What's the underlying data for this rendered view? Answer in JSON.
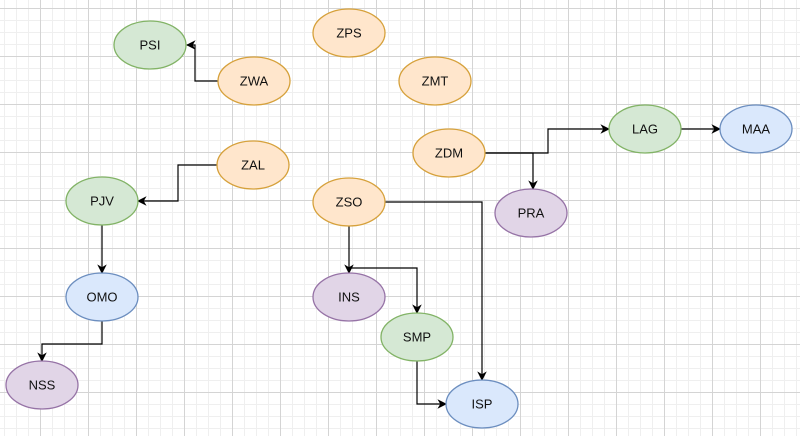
{
  "diagram": {
    "styles": {
      "orange": {
        "fill": "#ffe6cc",
        "stroke": "#d6a13b"
      },
      "green": {
        "fill": "#d5e8d4",
        "stroke": "#82b366"
      },
      "blue": {
        "fill": "#dae8fc",
        "stroke": "#6c8ebf"
      },
      "purple": {
        "fill": "#e1d5e7",
        "stroke": "#9673a6"
      }
    },
    "nodes": [
      {
        "id": "PSI",
        "label": "PSI",
        "style": "green"
      },
      {
        "id": "ZWA",
        "label": "ZWA",
        "style": "orange"
      },
      {
        "id": "ZPS",
        "label": "ZPS",
        "style": "orange"
      },
      {
        "id": "ZMT",
        "label": "ZMT",
        "style": "orange"
      },
      {
        "id": "ZAL",
        "label": "ZAL",
        "style": "orange"
      },
      {
        "id": "ZDM",
        "label": "ZDM",
        "style": "orange"
      },
      {
        "id": "LAG",
        "label": "LAG",
        "style": "green"
      },
      {
        "id": "MAA",
        "label": "MAA",
        "style": "blue"
      },
      {
        "id": "PJV",
        "label": "PJV",
        "style": "green"
      },
      {
        "id": "ZSO",
        "label": "ZSO",
        "style": "orange"
      },
      {
        "id": "PRA",
        "label": "PRA",
        "style": "purple"
      },
      {
        "id": "OMO",
        "label": "OMO",
        "style": "blue"
      },
      {
        "id": "INS",
        "label": "INS",
        "style": "purple"
      },
      {
        "id": "SMP",
        "label": "SMP",
        "style": "green"
      },
      {
        "id": "NSS",
        "label": "NSS",
        "style": "purple"
      },
      {
        "id": "ISP",
        "label": "ISP",
        "style": "blue"
      }
    ],
    "edges": [
      {
        "from": "ZWA",
        "to": "PSI"
      },
      {
        "from": "ZAL",
        "to": "PJV"
      },
      {
        "from": "PJV",
        "to": "OMO"
      },
      {
        "from": "OMO",
        "to": "NSS"
      },
      {
        "from": "ZDM",
        "to": "LAG"
      },
      {
        "from": "ZDM",
        "to": "PRA"
      },
      {
        "from": "LAG",
        "to": "MAA"
      },
      {
        "from": "ZSO",
        "to": "INS"
      },
      {
        "from": "ZSO",
        "to": "SMP"
      },
      {
        "from": "ZSO",
        "to": "ISP"
      },
      {
        "from": "SMP",
        "to": "ISP"
      }
    ]
  }
}
